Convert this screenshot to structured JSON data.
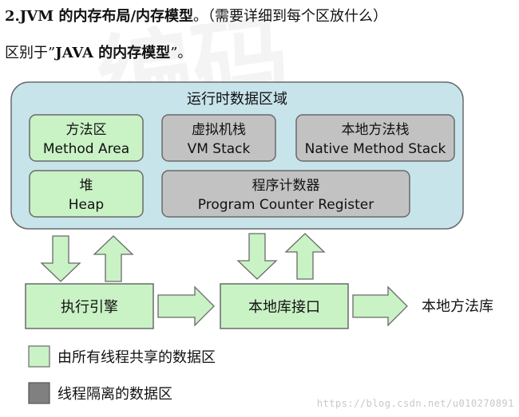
{
  "header": {
    "line1": {
      "bold": "2.JVM 的内存布局/内存模型",
      "rest": "。（需要详细到每个区放什么）"
    },
    "line2": {
      "prefix": "区别于”",
      "bold": "JAVA 的内存模型",
      "suffix": "”。"
    }
  },
  "diagram": {
    "runtime_title": "运行时数据区域",
    "method_area": {
      "zh": "方法区",
      "en": "Method Area"
    },
    "vm_stack": {
      "zh": "虚拟机栈",
      "en": "VM Stack"
    },
    "native_stack": {
      "zh": "本地方法栈",
      "en": "Native Method Stack"
    },
    "heap": {
      "zh": "堆",
      "en": "Heap"
    },
    "pc_register": {
      "zh": "程序计数器",
      "en": "Program Counter Register"
    },
    "exec_engine": "执行引擎",
    "native_interface": "本地库接口",
    "native_library": "本地方法库",
    "legend": {
      "shared": "由所有线程共享的数据区",
      "isolated": "线程隔离的数据区"
    }
  },
  "colors": {
    "runtime_bg": "#c7e4ea",
    "shared": "#c9f2c5",
    "isolated": "#c2c2c2",
    "arrow": "#c9f2c5",
    "outline": "#6a6a6a"
  },
  "watermark": "https://blog.csdn.net/u010270891"
}
